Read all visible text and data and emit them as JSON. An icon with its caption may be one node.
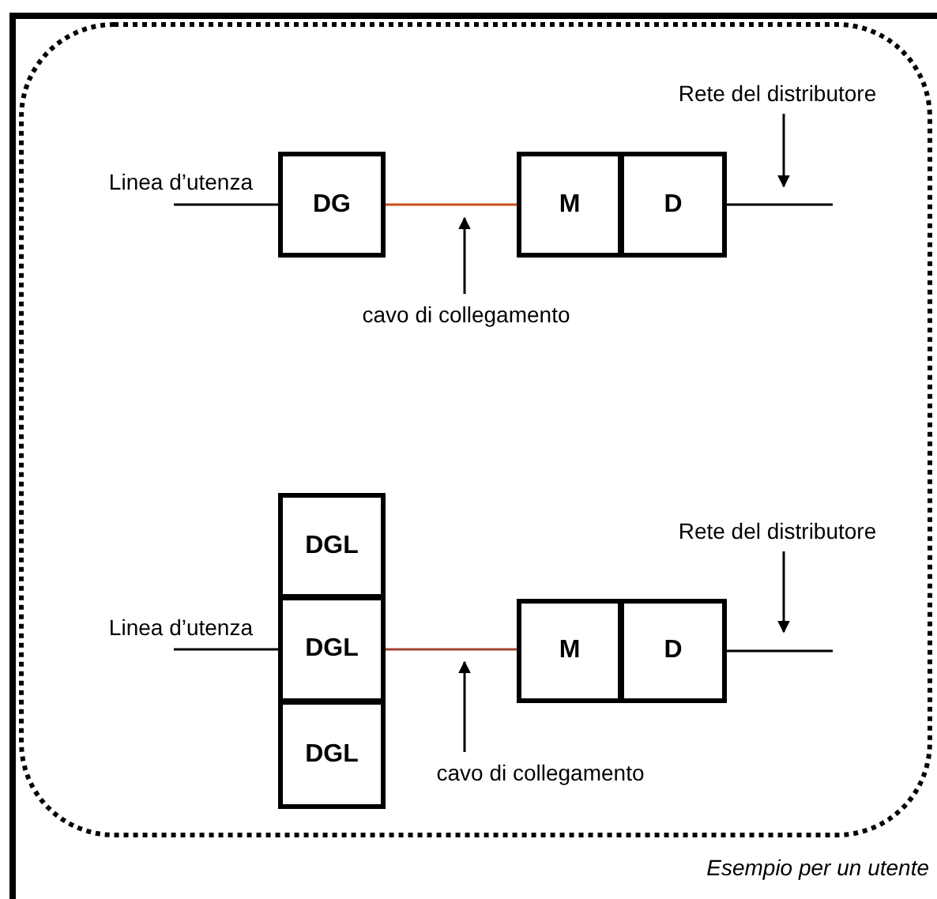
{
  "diagram": {
    "nodes": [
      {
        "text": [],
        "shape": "box"
      },
      {
        "text": [
          "DG"
        ],
        "in": 0
      },
      {
        "text": [
          "M"
        ],
        "in": 0
      },
      {
        "text": [
          "D"
        ],
        "in": 0
      },
      {
        "text": [
          "cavo di collegamento"
        ],
        "in": 0
      },
      {
        "text": [
          "Rete del distributore"
        ],
        "in": 0
      },
      {
        "text": [
          "DGL"
        ],
        "in": 0
      },
      {
        "text": [
          "DGL"
        ],
        "in": 0
      },
      {
        "text": [
          "DGL"
        ],
        "in": 0
      },
      {
        "text": [
          "M"
        ],
        "in": 0
      },
      {
        "text": [
          "D"
        ],
        "in": 0
      },
      {
        "text": [
          "cavo di collegamento"
        ],
        "in": 0
      },
      {
        "text": [
          "Rete del distributore"
        ],
        "in": 0
      }
    ],
    "edges": [
      {
        "from": null,
        "to": 1,
        "arrow": "none"
      },
      {
        "from": 1,
        "to": 2,
        "arrow": "none",
        "color": "#c9501c"
      },
      {
        "from": 3,
        "to": null,
        "arrow": "none"
      },
      {
        "from": 4,
        "to": null,
        "arrow": "to"
      },
      {
        "from": 5,
        "to": null,
        "arrow": "to"
      },
      {
        "from": null,
        "to": 7,
        "arrow": "none"
      },
      {
        "from": 7,
        "to": 9,
        "arrow": "none",
        "color": "#a0452e"
      },
      {
        "from": 10,
        "to": null,
        "arrow": "none"
      },
      {
        "from": 11,
        "to": null,
        "arrow": "to"
      },
      {
        "from": 12,
        "to": null,
        "arrow": "to"
      }
    ],
    "labels": [
      "Linea d’utenza",
      "Linea d’utenza",
      "Esempio per un utente"
    ]
  }
}
